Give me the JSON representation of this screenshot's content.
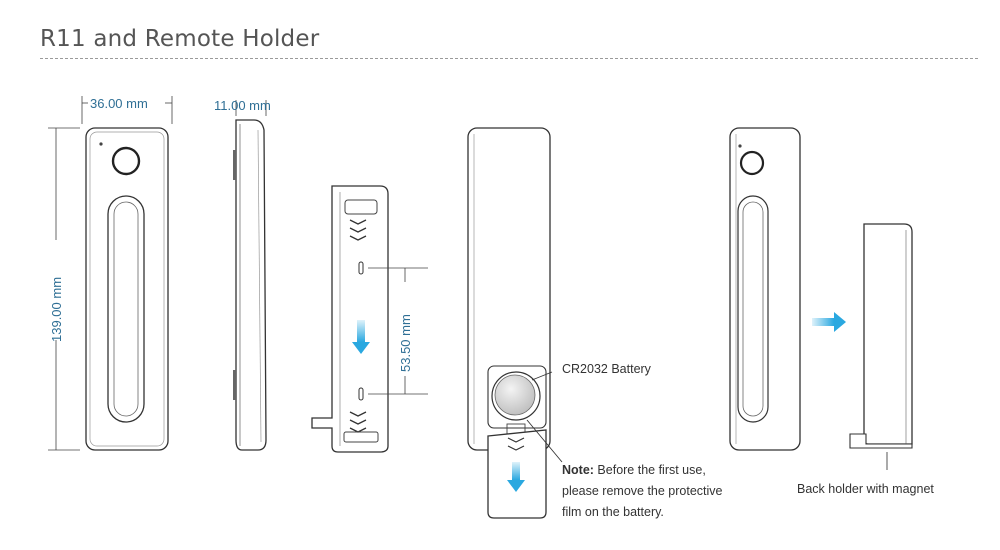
{
  "title": "R11 and Remote Holder",
  "dimensions": {
    "width": "36.00 mm",
    "depth": "11.00 mm",
    "height": "139.00 mm",
    "hole_spacing": "53.50 mm"
  },
  "labels": {
    "battery": "CR2032 Battery",
    "note_prefix": "Note:",
    "note_line1": " Before the first use,",
    "note_line2": "please remove the protective",
    "note_line3": "film on the battery.",
    "holder": "Back holder with magnet"
  },
  "colors": {
    "dimension_text": "#2f6f95",
    "arrow_blue": "#2aa8e0",
    "outline": "#333333"
  }
}
